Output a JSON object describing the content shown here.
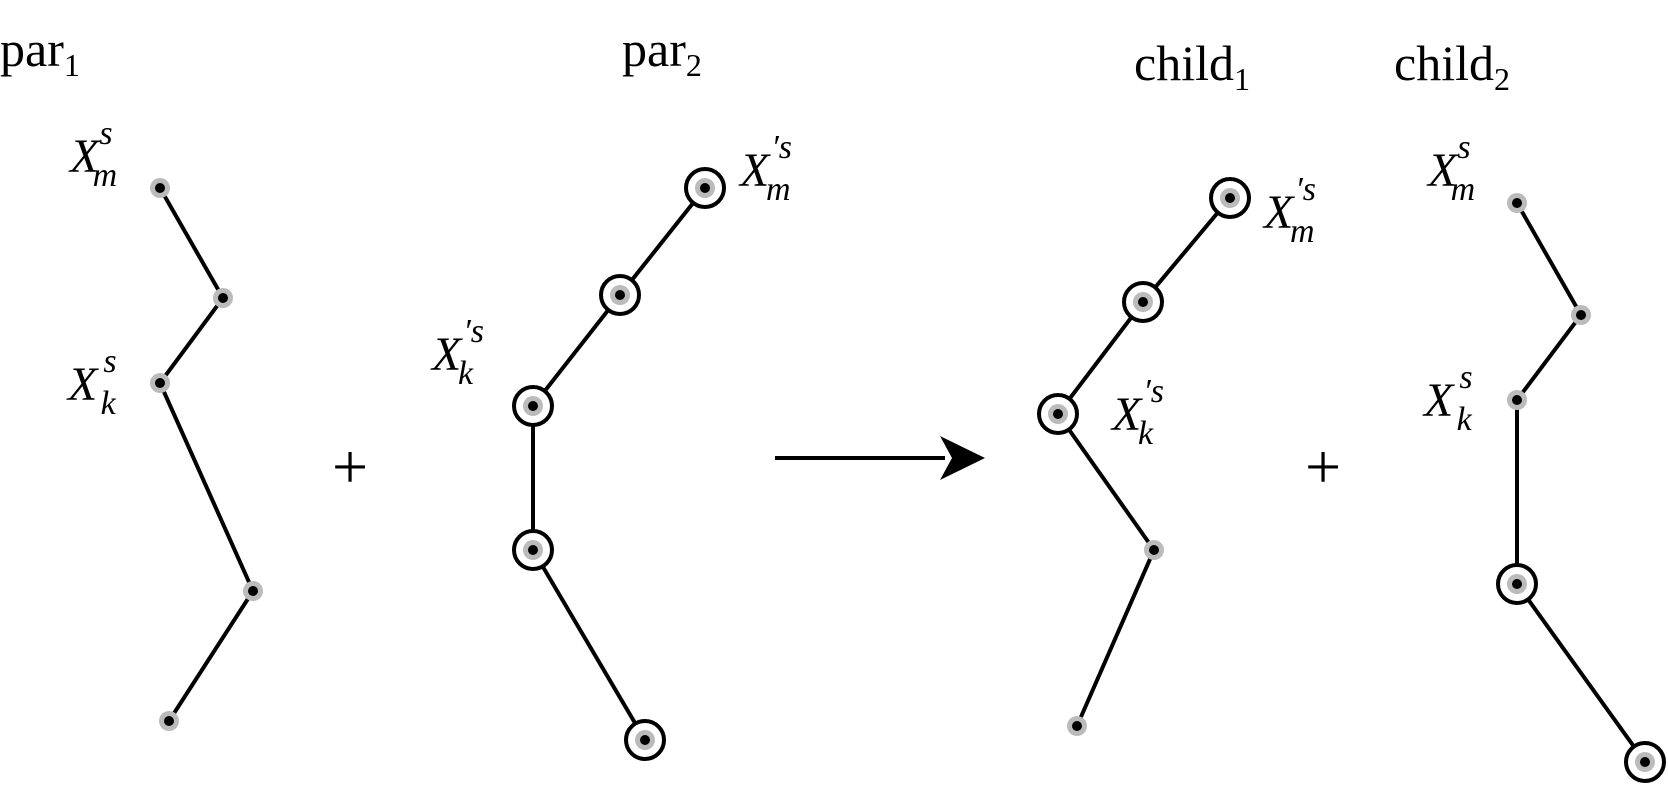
{
  "titles": {
    "par1": {
      "base": "par",
      "sub": "1"
    },
    "par2": {
      "base": "par",
      "sub": "2"
    },
    "child1": {
      "base": "child",
      "sub": "1"
    },
    "child2": {
      "base": "child",
      "sub": "2"
    }
  },
  "operators": {
    "plus_left": "+",
    "plus_right": "+"
  },
  "labels": {
    "par1_xm": {
      "base": "X",
      "sup": "s",
      "sub": "m"
    },
    "par1_xk": {
      "base": "X",
      "sup": "s",
      "sub": "k"
    },
    "par2_xm": {
      "base": "X",
      "sup": "′s",
      "sub": "m"
    },
    "par2_xk": {
      "base": "X",
      "sup": "′s",
      "sub": "k"
    },
    "child1_xm": {
      "base": "X",
      "sup": "′s",
      "sub": "m"
    },
    "child1_xk": {
      "base": "X",
      "sup": "′s",
      "sub": "k"
    },
    "child2_xm": {
      "base": "X",
      "sup": "s",
      "sub": "m"
    },
    "child2_xk": {
      "base": "X",
      "sup": "s",
      "sub": "k"
    }
  },
  "colors": {
    "line": "#000000",
    "node_halo": "#bbbbbb",
    "node_dot": "#000000"
  }
}
